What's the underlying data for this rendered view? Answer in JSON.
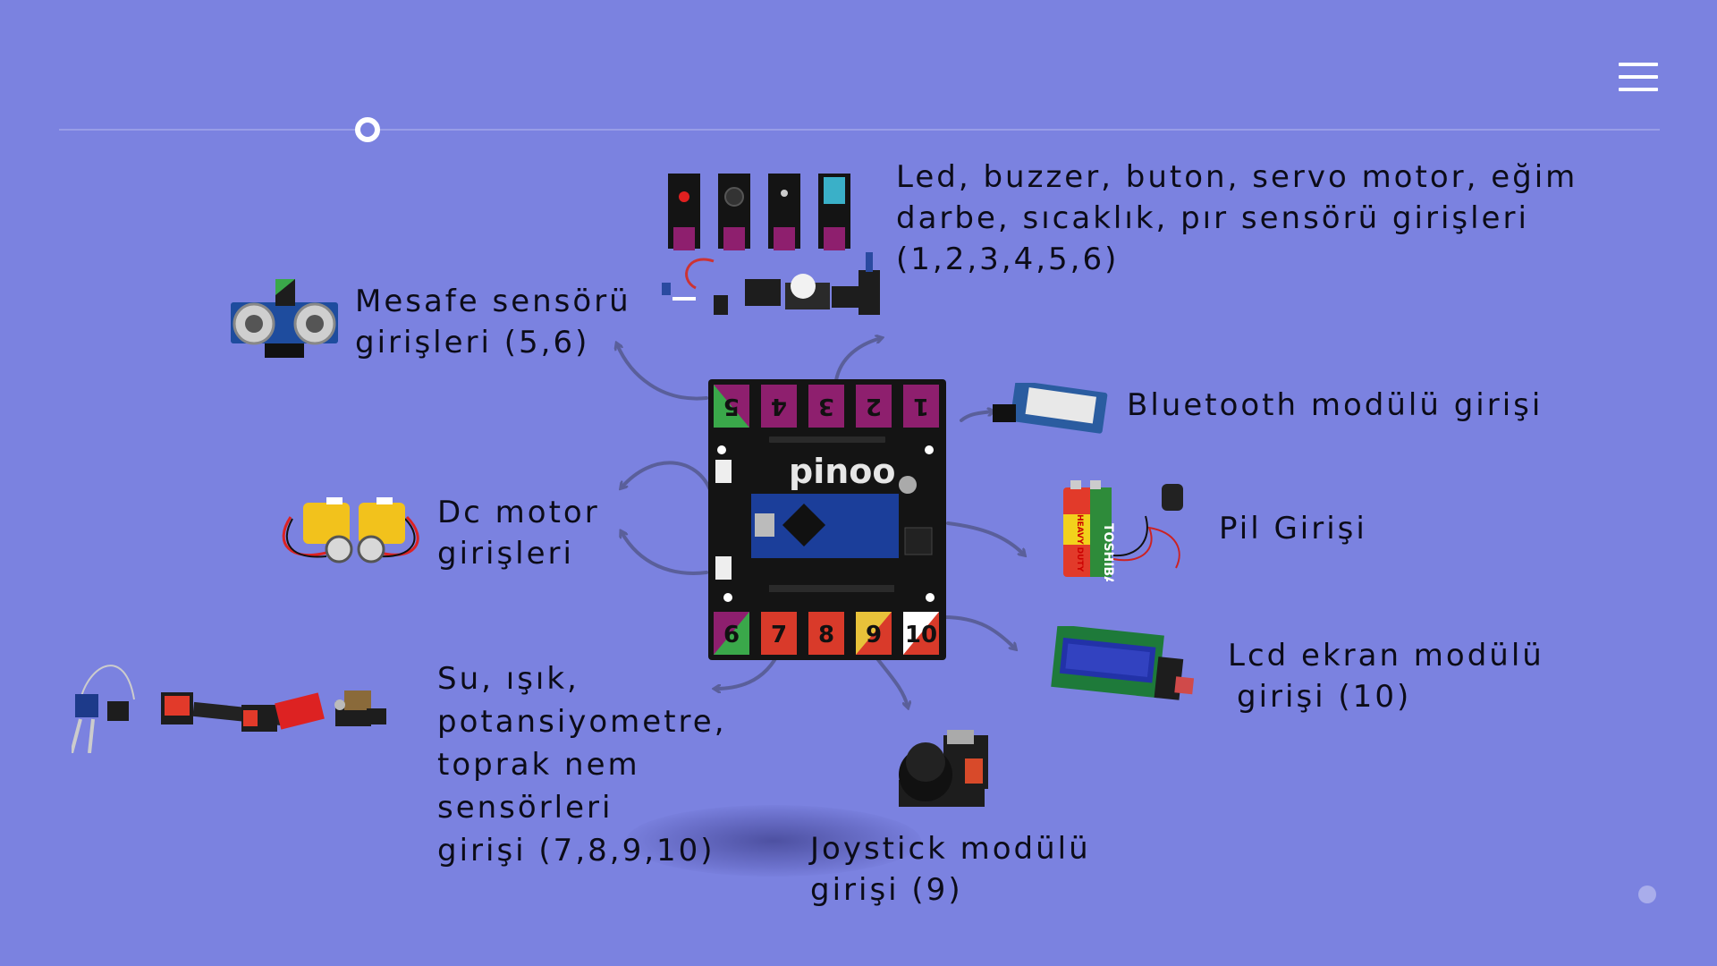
{
  "header": {
    "menu_icon": "hamburger-menu-icon"
  },
  "progress": {
    "position": 0.19
  },
  "board": {
    "brand": "pinoo",
    "top_ports": [
      "5",
      "4",
      "3",
      "2",
      "1"
    ],
    "bottom_ports": [
      "6",
      "7",
      "8",
      "9",
      "10"
    ],
    "colors": {
      "board": "#141414",
      "purple_port": "#8e1f6e",
      "red_port": "#d93a2a",
      "yellow_port": "#e8c23a",
      "green_port": "#3aa84a"
    }
  },
  "labels": {
    "led_group": [
      "Led, buzzer, buton, servo motor, eğim",
      "darbe, sıcaklık, pır sensörü girişleri",
      "(1,2,3,4,5,6)"
    ],
    "distance": [
      "Mesafe sensörü",
      "girişleri (5,6)"
    ],
    "bluetooth": [
      "Bluetooth modülü girişi"
    ],
    "dc_motor": [
      "Dc motor",
      "girişleri"
    ],
    "battery": [
      "Pil Girişi"
    ],
    "water_light": [
      "Su, ışık,",
      "potansiyometre,",
      "toprak nem",
      "sensörleri",
      "girişi (7,8,9,10)"
    ],
    "lcd": [
      "Lcd ekran modülü",
      "girişi (10)"
    ],
    "joystick": [
      "Joystick modülü",
      "girişi (9)"
    ]
  },
  "battery": {
    "brand": "TOSHIBA",
    "type": "HEAVY DUTY"
  },
  "theme": {
    "background": "#7b82e0",
    "arrow": "#5a5f9a",
    "text": "#0c0c18"
  }
}
